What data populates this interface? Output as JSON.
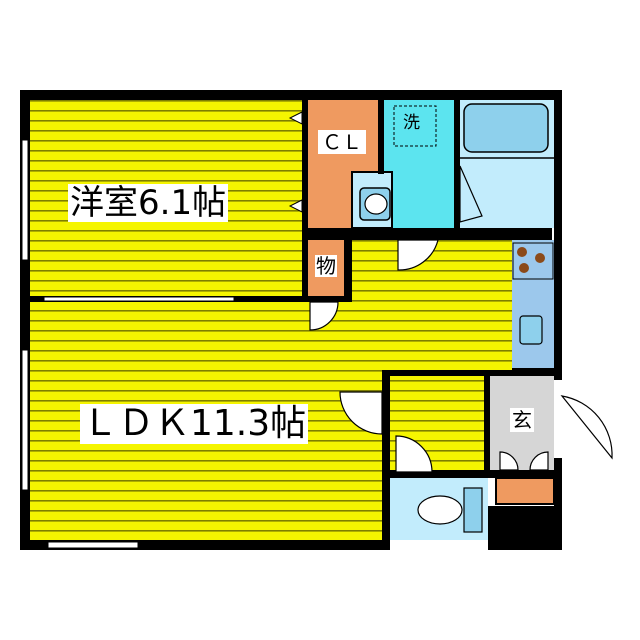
{
  "floorplan": {
    "rooms": {
      "western_room": {
        "label": "洋室6.1帖",
        "size_jo": 6.1
      },
      "ldk": {
        "label": "ＬＤＫ11.3帖",
        "size_jo": 11.3
      },
      "closet": {
        "label": "ＣＬ"
      },
      "storage": {
        "label": "物"
      },
      "washer": {
        "label": "洗"
      },
      "entrance": {
        "label": "玄"
      }
    },
    "colors": {
      "floor_yellow": "#f5f500",
      "floor_lines": "#7f7f00",
      "storage_orange": "#ef9a60",
      "washroom_cyan": "#5ce4ef",
      "bath_blue": "#c2ecfc",
      "fixture_blue": "#8ed0ec",
      "kitchen_blue": "#9cc8ec",
      "stove_brown": "#8b4a1a",
      "entrance_gray": "#d6d6d6",
      "wall_black": "#000000"
    },
    "icons": [
      "toilet-icon",
      "sink-icon",
      "bathtub-icon",
      "stove-icon",
      "kitchen-sink-icon",
      "door-swing-icon"
    ]
  }
}
